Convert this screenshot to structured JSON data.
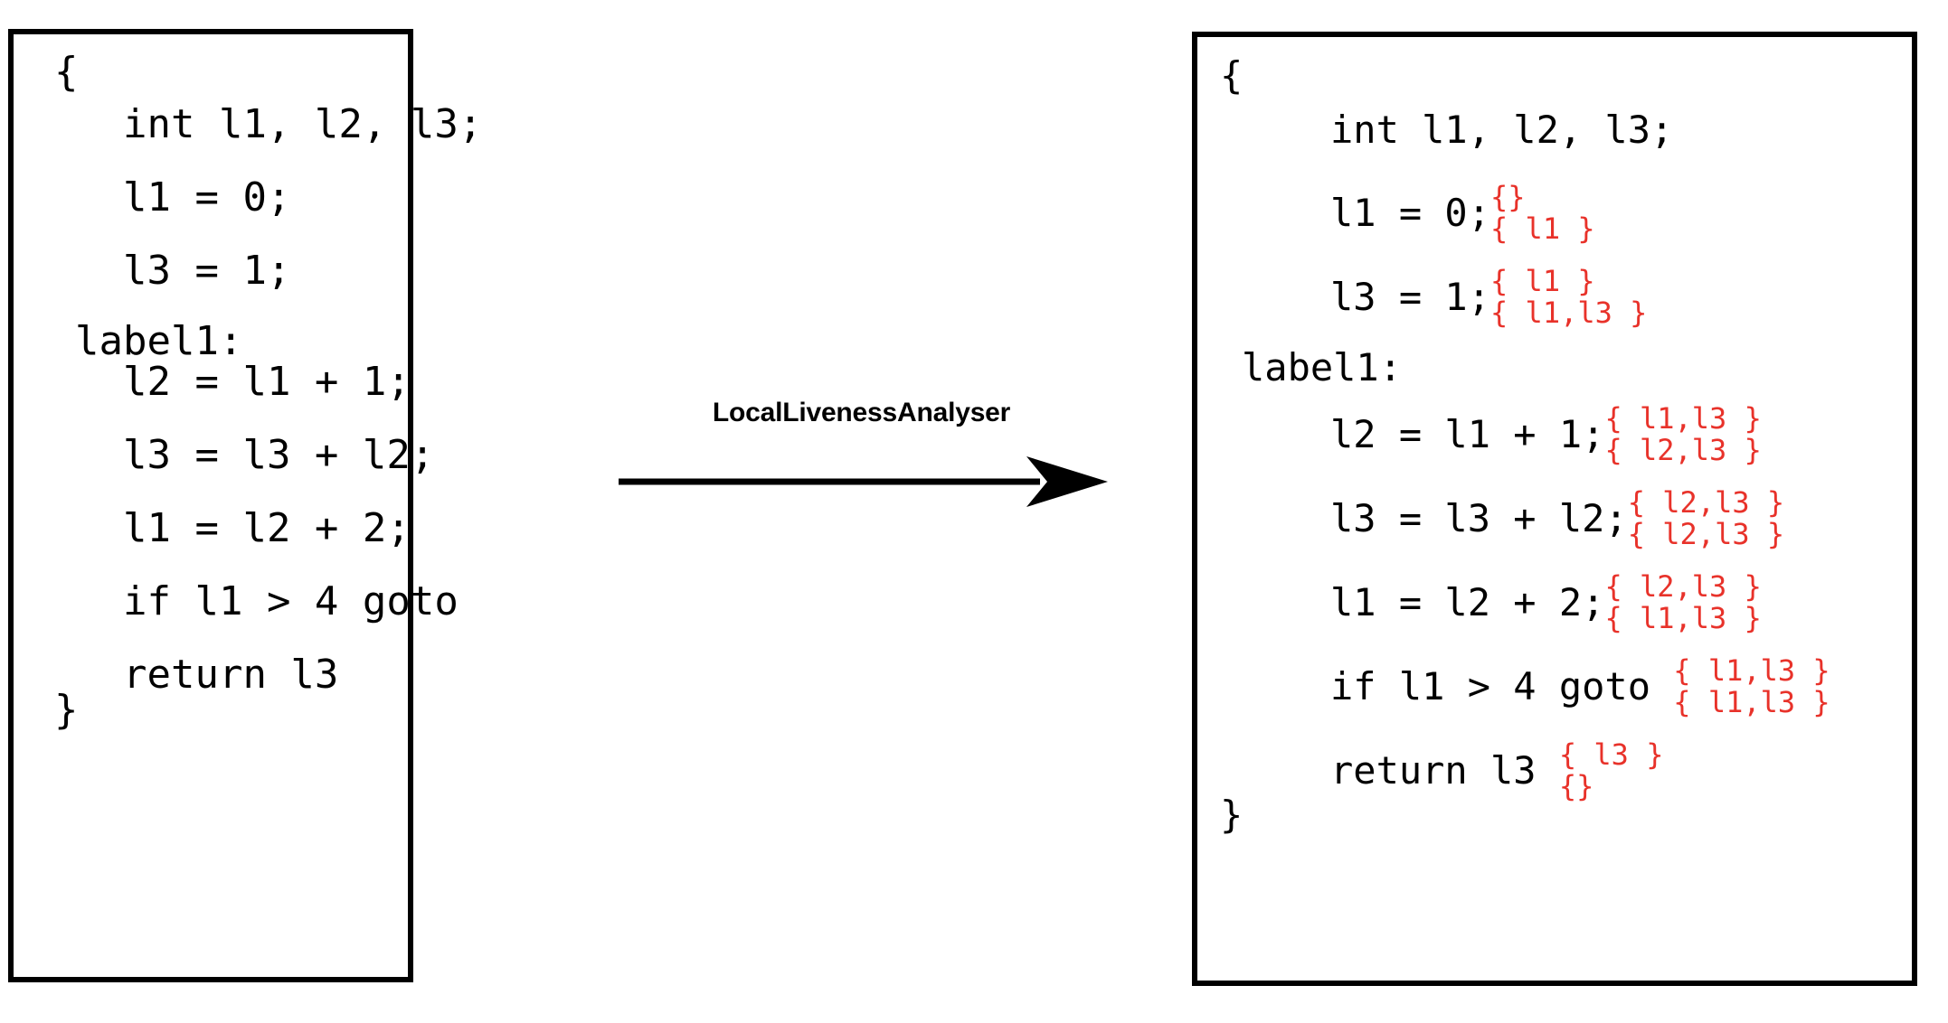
{
  "diagram": {
    "title": "LocalLivenessAnalyser",
    "accent_red": "#E8322A",
    "ink": "#000000",
    "background": "#FFFFFF"
  },
  "arrow": {
    "label": "LocalLivenessAnalyser",
    "direction": "right",
    "icon": "arrow-right-icon"
  },
  "input_program": {
    "lines": [
      {
        "text": "{",
        "indent": 0
      },
      {
        "text": "int l1, l2, l3;",
        "indent": 2
      },
      {
        "text": "l1 = 0;",
        "indent": 2
      },
      {
        "text": "l3 = 1;",
        "indent": 2
      },
      {
        "text": "label1:",
        "indent": 1
      },
      {
        "text": "l2 = l1 + 1;",
        "indent": 2
      },
      {
        "text": "l3 = l3 + l2;",
        "indent": 2
      },
      {
        "text": "l1 = l2 + 2;",
        "indent": 2
      },
      {
        "text": "if l1 > 4 goto",
        "indent": 2
      },
      {
        "text": "return l3",
        "indent": 2
      },
      {
        "text": "}",
        "indent": 0
      }
    ]
  },
  "output_program": {
    "lines": [
      {
        "code": "{",
        "in": "",
        "out": ""
      },
      {
        "code": "int l1, l2, l3;",
        "in": "",
        "out": ""
      },
      {
        "code": "l1 = 0;",
        "in": "{}",
        "out": "{ l1 }"
      },
      {
        "code": "l3 = 1;",
        "in": "{ l1 }",
        "out": "{ l1,l3 }"
      },
      {
        "code": "label1:",
        "in": "",
        "out": ""
      },
      {
        "code": "l2 = l1 + 1;",
        "in": "{ l1,l3 }",
        "out": "{ l2,l3 }"
      },
      {
        "code": "l3 = l3 + l2;",
        "in": "{ l2,l3 }",
        "out": "{ l2,l3 }"
      },
      {
        "code": "l1 = l2 + 2;",
        "in": "{ l2,l3 }",
        "out": "{ l1,l3 }"
      },
      {
        "code": "if l1 > 4 goto ",
        "in": "{ l1,l3 }",
        "out": "{ l1,l3 }"
      },
      {
        "code": "return l3 ",
        "in": "{ l3 }",
        "out": "{}"
      },
      {
        "code": "}",
        "in": "",
        "out": ""
      }
    ]
  }
}
